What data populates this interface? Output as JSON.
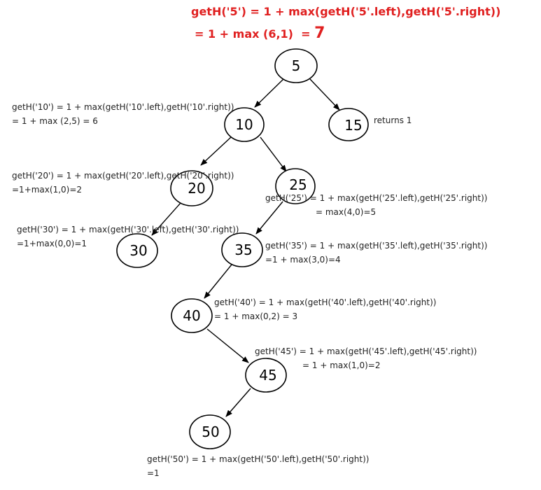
{
  "colors": {
    "title": "#e02020",
    "node_stroke": "#000000",
    "edge": "#000000",
    "text": "#222222"
  },
  "title": {
    "line1": "getH('5') = 1 + max(getH('5'.left),getH('5'.right))",
    "line2": "= 1 + max (6,1)  = ",
    "result": "7"
  },
  "nodes": {
    "n5": "5",
    "n10": "10",
    "n15": "15",
    "n20": "20",
    "n25": "25",
    "n30": "30",
    "n35": "35",
    "n40": "40",
    "n45": "45",
    "n50": "50"
  },
  "annotations": {
    "n10": {
      "line1": "getH('10') = 1 + max(getH('10'.left),getH('10'.right))",
      "line2": "= 1 + max (2,5) = 6"
    },
    "n15": {
      "line1": "returns 1"
    },
    "n20": {
      "line1": "getH('20') = 1 + max(getH('20'.left),getH('20'.right))",
      "line2": "=1+max(1,0)=2"
    },
    "n25": {
      "line1": "getH('25') = 1 + max(getH('25'.left),getH('25'.right))",
      "line2": "= max(4,0)=5"
    },
    "n30": {
      "line1": "getH('30') = 1 + max(getH('30'.left),getH('30'.right))",
      "line2": "=1+max(0,0)=1"
    },
    "n35": {
      "line1": "getH('35') = 1 + max(getH('35'.left),getH('35'.right))",
      "line2": "=1 + max(3,0)=4"
    },
    "n40": {
      "line1": "getH('40') = 1 + max(getH('40'.left),getH('40'.right))",
      "line2": "= 1 + max(0,2) = 3"
    },
    "n45": {
      "line1": "getH('45') = 1 + max(getH('45'.left),getH('45'.right))",
      "line2": "= 1 + max(1,0)=2"
    },
    "n50": {
      "line1": "getH('50') = 1 + max(getH('50'.left),getH('50'.right))",
      "line2": "=1"
    }
  }
}
